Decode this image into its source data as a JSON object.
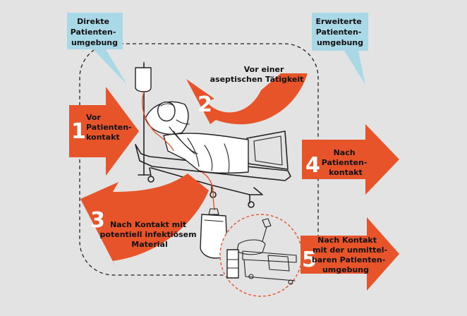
{
  "zones": {
    "direct": {
      "lines": [
        "Direkte",
        "Patienten-",
        "umgebung"
      ]
    },
    "extended": {
      "lines": [
        "Erweiterte",
        "Patienten-",
        "umgebung"
      ]
    }
  },
  "steps": [
    {
      "number": "1",
      "lines": [
        "Vor",
        "Patienten-",
        "kontakt"
      ]
    },
    {
      "number": "2",
      "lines": [
        "Vor einer",
        "aseptischen Tätigkeit"
      ]
    },
    {
      "number": "3",
      "lines": [
        "Nach Kontakt mit",
        "potentiell infektiösem",
        "Material"
      ]
    },
    {
      "number": "4",
      "lines": [
        "Nach",
        "Patienten-",
        "kontakt"
      ]
    },
    {
      "number": "5",
      "lines": [
        "Nach Kontakt",
        "mit der unmittel-",
        "baren Patienten-",
        "umgebung"
      ]
    }
  ],
  "colors": {
    "background": "#e3e3e3",
    "arrow": "#e8542a",
    "callout": "#a9d9e6",
    "dashed_zone": "#222222",
    "dashed_circle": "#e8542a",
    "tube": "#e8542a"
  },
  "icons": [
    "hospital-bed-icon",
    "iv-drip-stand-icon",
    "urine-bag-icon",
    "bedside-table-icon",
    "empty-bed-icon"
  ]
}
